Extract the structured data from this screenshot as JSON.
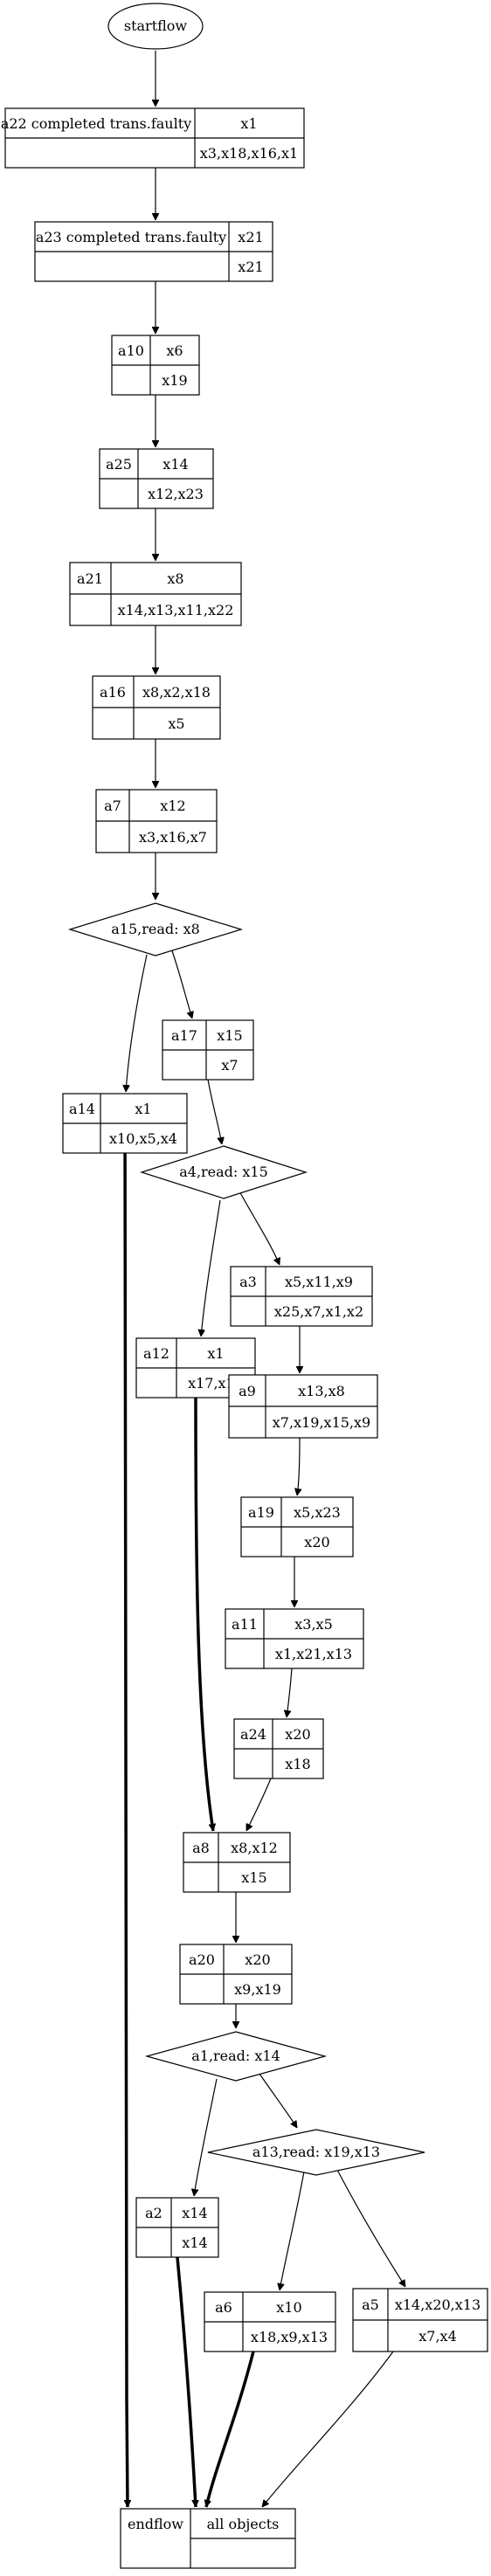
{
  "start": "startflow",
  "records": {
    "a22": {
      "id": "a22 completed trans.faulty",
      "top": "x1",
      "bottom": "x3,x18,x16,x1"
    },
    "a23": {
      "id": "a23 completed trans.faulty",
      "top": "x21",
      "bottom": "x21"
    },
    "a10": {
      "id": "a10",
      "top": "x6",
      "bottom": "x19"
    },
    "a25": {
      "id": "a25",
      "top": "x14",
      "bottom": "x12,x23"
    },
    "a21": {
      "id": "a21",
      "top": "x8",
      "bottom": "x14,x13,x11,x22"
    },
    "a16": {
      "id": "a16",
      "top": "x8,x2,x18",
      "bottom": "x5"
    },
    "a7": {
      "id": "a7",
      "top": "x12",
      "bottom": "x3,x16,x7"
    },
    "a17": {
      "id": "a17",
      "top": "x15",
      "bottom": "x7"
    },
    "a14": {
      "id": "a14",
      "top": "x1",
      "bottom": "x10,x5,x4"
    },
    "a3": {
      "id": "a3",
      "top": "x5,x11,x9",
      "bottom": "x25,x7,x1,x2"
    },
    "a12": {
      "id": "a12",
      "top": "x1",
      "bottom": "x17,x15"
    },
    "a9": {
      "id": "a9",
      "top": "x13,x8",
      "bottom": "x7,x19,x15,x9"
    },
    "a19": {
      "id": "a19",
      "top": "x5,x23",
      "bottom": "x20"
    },
    "a11": {
      "id": "a11",
      "top": "x3,x5",
      "bottom": "x1,x21,x13"
    },
    "a24": {
      "id": "a24",
      "top": "x20",
      "bottom": "x18"
    },
    "a8": {
      "id": "a8",
      "top": "x8,x12",
      "bottom": "x15"
    },
    "a20": {
      "id": "a20",
      "top": "x20",
      "bottom": "x9,x19"
    },
    "a2": {
      "id": "a2",
      "top": "x14",
      "bottom": "x14"
    },
    "a6": {
      "id": "a6",
      "top": "x10",
      "bottom": "x18,x9,x13"
    },
    "a5": {
      "id": "a5",
      "top": "x14,x20,x13",
      "bottom": "x7,x4"
    }
  },
  "decisions": {
    "a15": "a15,read: x8",
    "a4": "a4,read: x15",
    "a1": "a1,read: x14",
    "a13": "a13,read: x19,x13"
  },
  "end": {
    "left": "endflow",
    "right": "all objects"
  }
}
